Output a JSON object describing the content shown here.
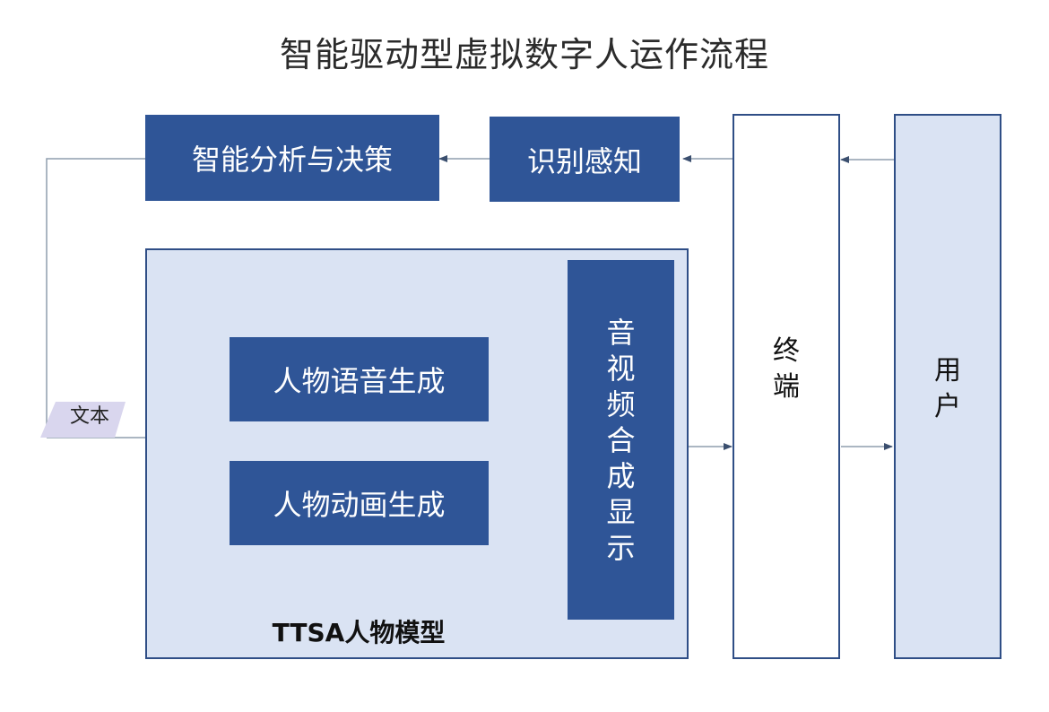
{
  "title": "智能驱动型虚拟数字人运作流程",
  "nodes": {
    "analysis": "智能分析与决策",
    "perception": "识别感知",
    "voice_gen": "人物语音生成",
    "anim_gen": "人物动画生成",
    "av_synth": [
      "音",
      "视",
      "频",
      "合",
      "成",
      "显",
      "示"
    ],
    "terminal": [
      "终",
      "端"
    ],
    "user": [
      "用",
      "户"
    ],
    "ttsa_label": "TTSA人物模型",
    "text_input": "文本"
  },
  "colors": {
    "block": "#2f5597",
    "panel": "#dae3f3",
    "border": "#2f4e86",
    "connector": "#8f9dad"
  }
}
